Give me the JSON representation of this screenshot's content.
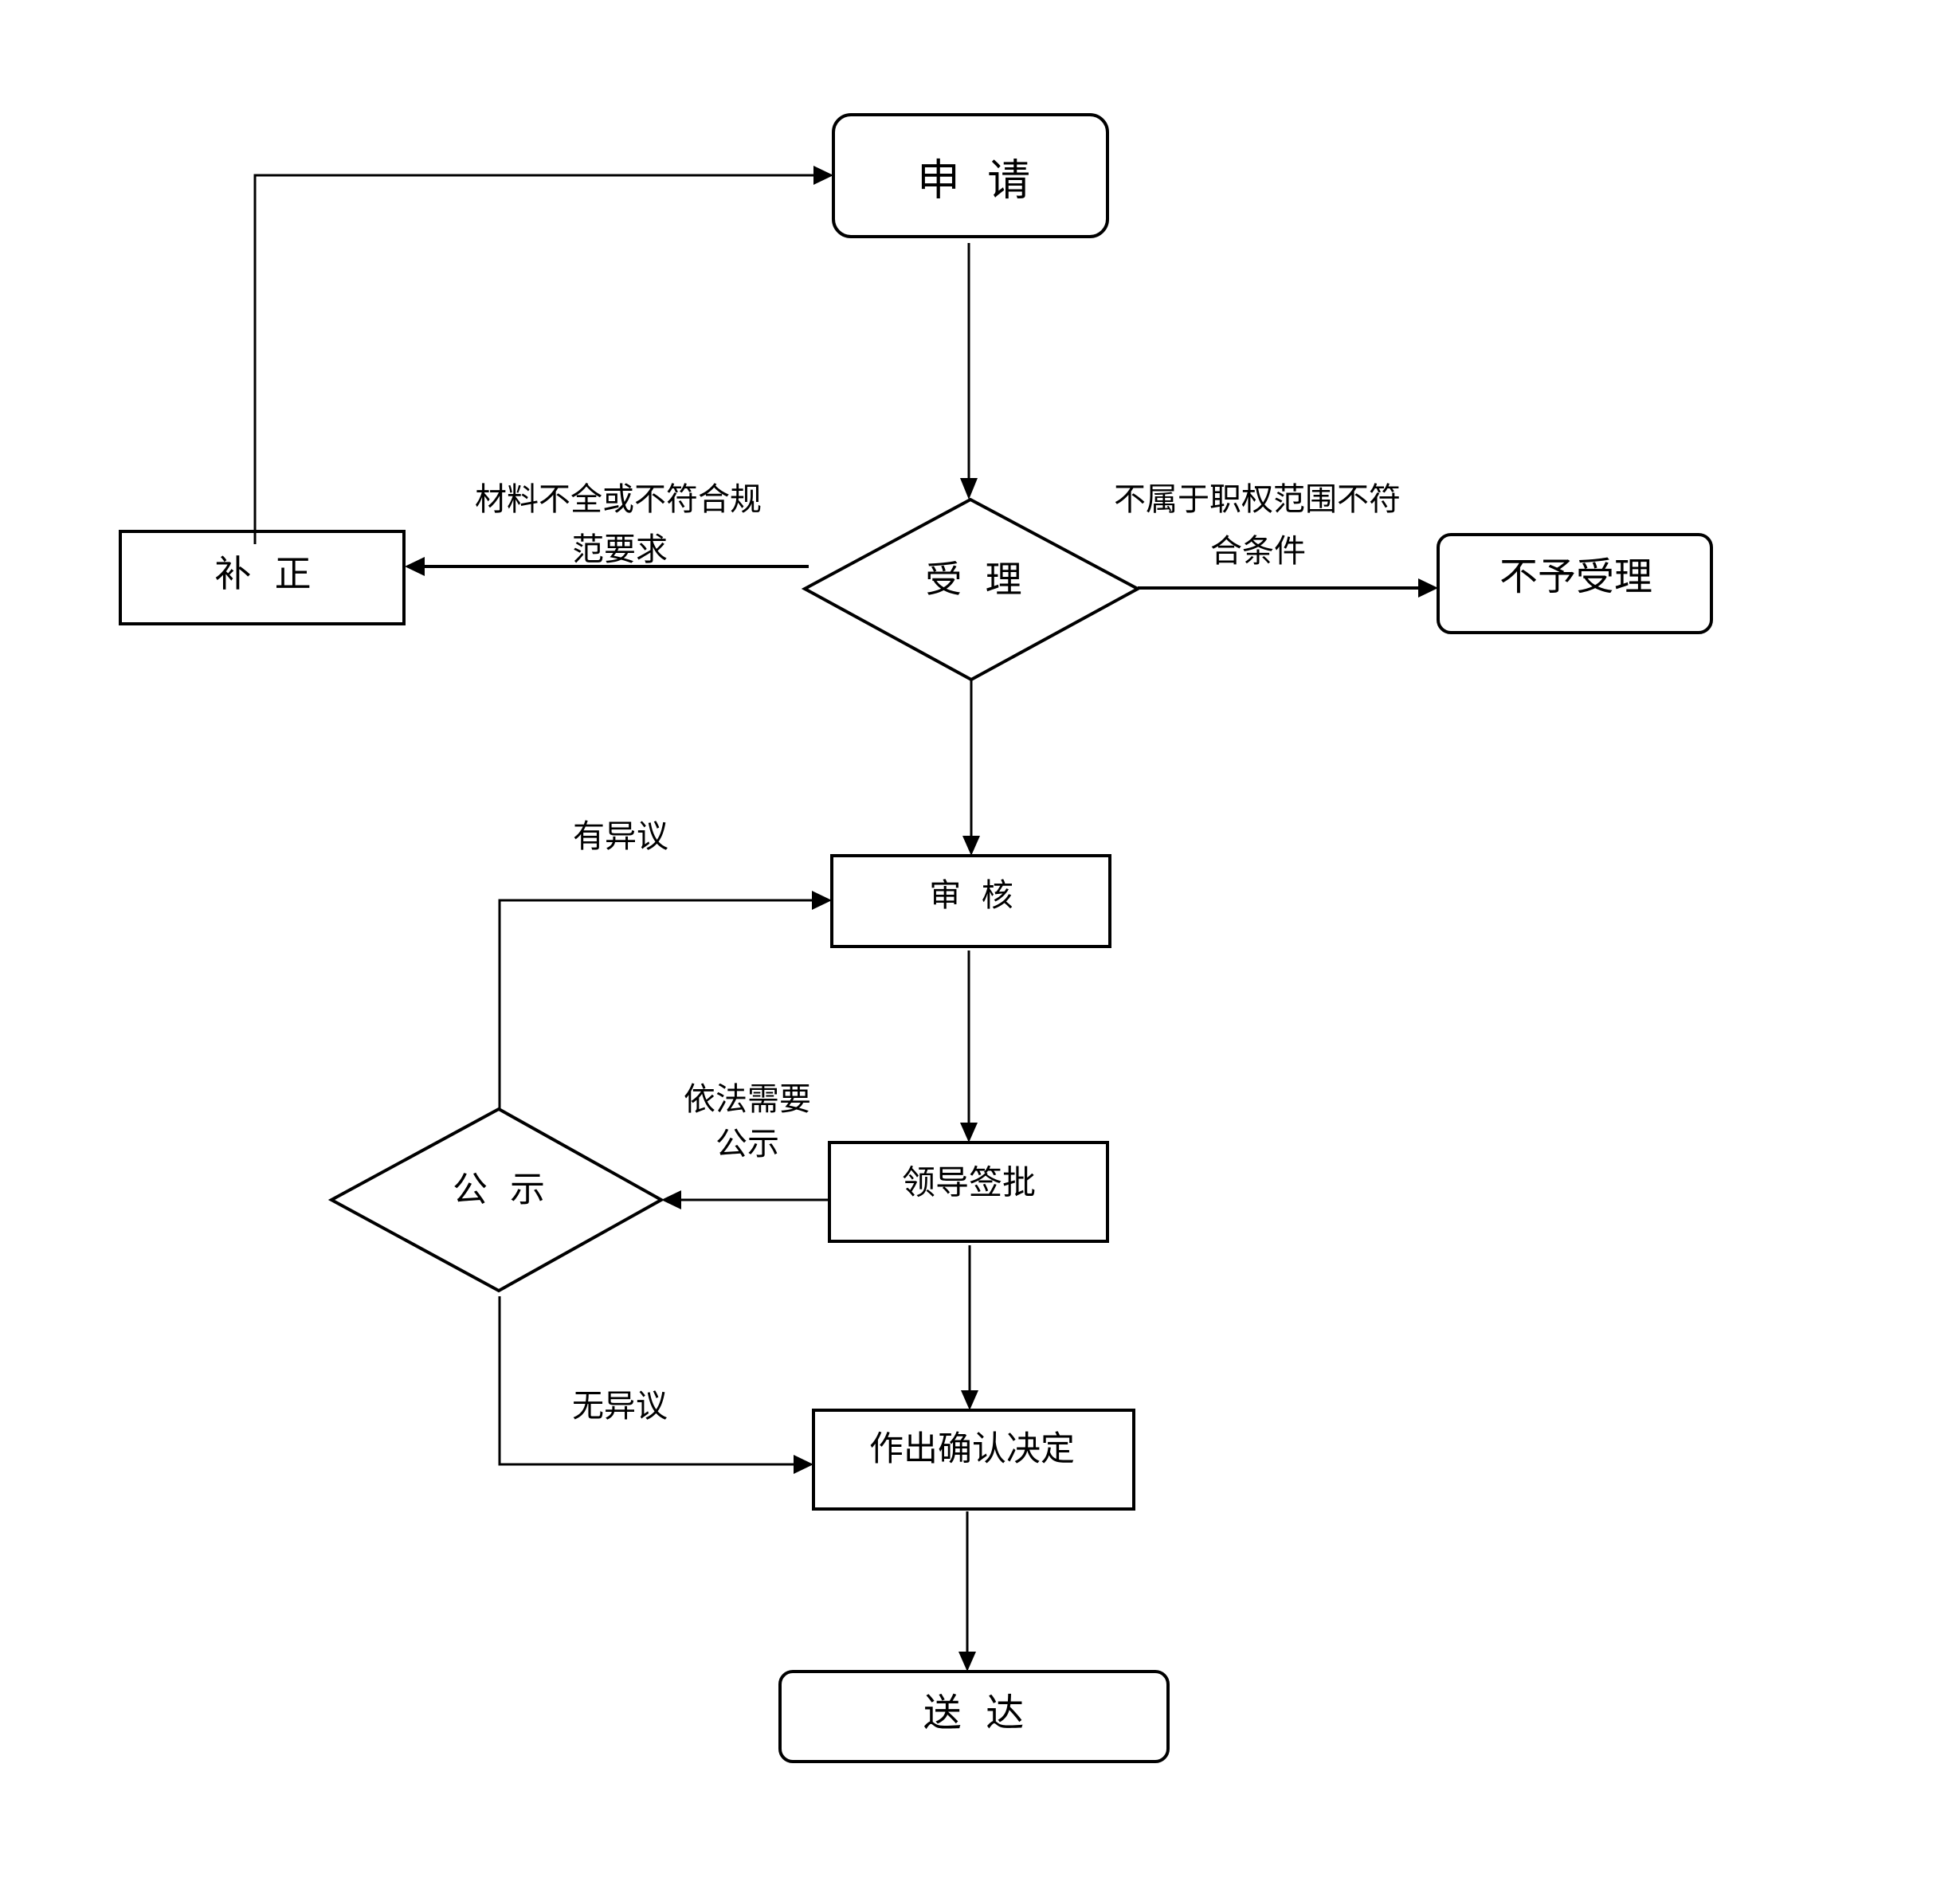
{
  "diagram": {
    "type": "flowchart",
    "colors": {
      "stroke": "#000000",
      "background": "#ffffff",
      "text": "#000000"
    },
    "nodes": {
      "apply": {
        "label": "申  请",
        "shape": "rounded-rect"
      },
      "accept": {
        "label": "受  理",
        "shape": "diamond"
      },
      "correct": {
        "label": "补  正",
        "shape": "rect"
      },
      "reject": {
        "label": "不予受理",
        "shape": "rounded-rect"
      },
      "review": {
        "label": "审  核",
        "shape": "rect"
      },
      "approve": {
        "label": "领导签批",
        "shape": "rect"
      },
      "publicize": {
        "label": "公  示",
        "shape": "diamond"
      },
      "decide": {
        "label": "作出确认决定",
        "shape": "rect"
      },
      "deliver": {
        "label": "送  达",
        "shape": "rounded-rect"
      }
    },
    "edge_labels": {
      "incomplete": [
        "材料不全或不符合规",
        "范要求"
      ],
      "out_of_scope": [
        "不属于职权范围不符",
        "合条件"
      ],
      "objection": "有异议",
      "need_public": [
        "依法需要",
        "公示"
      ],
      "no_objection": "无异议"
    },
    "edges": [
      {
        "from": "apply",
        "to": "accept"
      },
      {
        "from": "accept",
        "to": "correct",
        "label": "incomplete"
      },
      {
        "from": "correct",
        "to": "apply"
      },
      {
        "from": "accept",
        "to": "reject",
        "label": "out_of_scope"
      },
      {
        "from": "accept",
        "to": "review"
      },
      {
        "from": "review",
        "to": "approve"
      },
      {
        "from": "approve",
        "to": "publicize",
        "label": "need_public"
      },
      {
        "from": "publicize",
        "to": "review",
        "label": "objection"
      },
      {
        "from": "publicize",
        "to": "decide",
        "label": "no_objection"
      },
      {
        "from": "approve",
        "to": "decide"
      },
      {
        "from": "decide",
        "to": "deliver"
      }
    ]
  }
}
